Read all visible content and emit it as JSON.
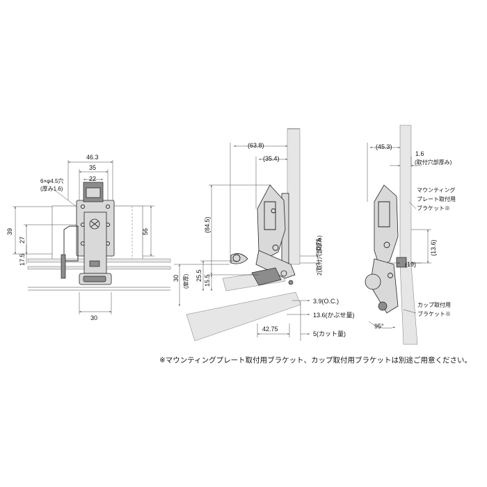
{
  "front_view": {
    "dims": {
      "width_overall": "46.3",
      "width_holes": "35",
      "width_inner": "22",
      "hole_spec_line1": "6×φ4.5穴",
      "hole_spec_line2": "(厚み1.6)",
      "height_39": "39",
      "height_27": "27",
      "height_17_5": "17.5",
      "height_56": "56",
      "bottom_width": "30"
    }
  },
  "side_view": {
    "dims": {
      "reach_63_8": "(63.8)",
      "reach_35_4": "(35.4)",
      "height_84_5": "(84.5)",
      "height_25_5": "25.5",
      "height_15_5": "15.5",
      "door_thickness_value": "30",
      "door_thickness_label": "(扉厚)",
      "gap_0_75": "0.75",
      "mount_hole_depth": "2(取付穴部厚み)",
      "oc": "3.9(O.C.)",
      "overlay": "13.6(かぶせ量)",
      "cut": "5(カット量)",
      "offset_42_75": "42.75"
    }
  },
  "open_view": {
    "dims": {
      "reach_45_3": "(45.3)",
      "thickness_1_6": "1.6",
      "thickness_label": "(取付穴部厚み)",
      "height_13_6": "(13.6)",
      "width_19": "(19)",
      "angle": "95°"
    },
    "labels": {
      "mount_bracket_line1": "マウンティング",
      "mount_bracket_line2": "プレート取付用",
      "mount_bracket_line3": "ブラケット※",
      "cup_bracket_line1": "カップ取付用",
      "cup_bracket_line2": "ブラケット※"
    }
  },
  "footnote": "※マウンティングプレート取付用ブラケット、カップ取付用ブラケットは別途ご用意ください。"
}
